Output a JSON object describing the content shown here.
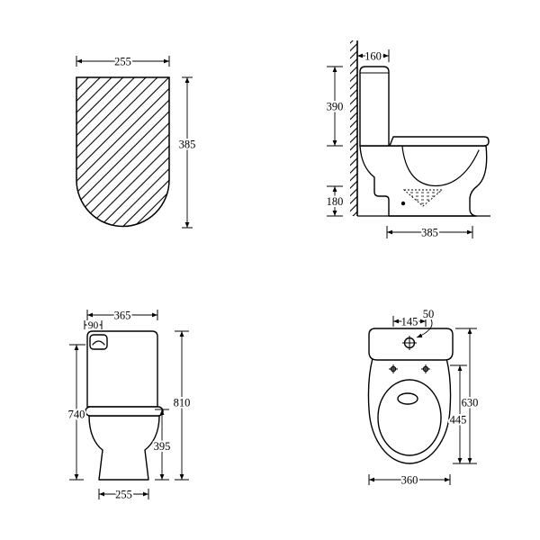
{
  "footprint_view": {
    "width": "255",
    "depth": "385"
  },
  "side_view": {
    "wall_to_tank": "160",
    "tank_height": "390",
    "outlet_height": "180",
    "base_depth": "385"
  },
  "front_view": {
    "tank_width": "365",
    "button_offset": "90",
    "seat_height": "740",
    "overall_height": "810",
    "bowl_height": "395",
    "base_width": "255"
  },
  "top_view": {
    "hinge_spacing": "145",
    "flush_hole": "50",
    "overall_depth": "630",
    "bowl_depth": "445",
    "bowl_width": "360"
  },
  "colors": {
    "ink": "#000000",
    "paper": "#ffffff"
  }
}
